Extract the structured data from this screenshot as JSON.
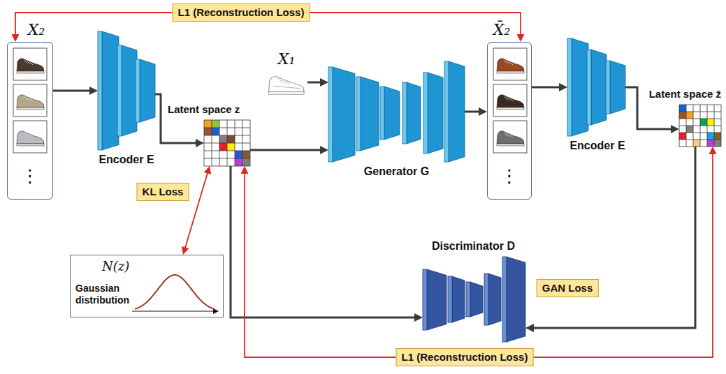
{
  "diagram": {
    "nodes": [
      {
        "text": [
          "X₂"
        ]
      },
      {
        "text": [
          "Encoder E"
        ]
      },
      {
        "text": [
          "Latent space z"
        ]
      },
      {
        "text": [
          "X₁"
        ]
      },
      {
        "text": [
          "Generator G"
        ]
      },
      {
        "text": [
          "X̄₂"
        ]
      },
      {
        "text": [
          "Encoder E"
        ]
      },
      {
        "text": [
          "Latent space z̄"
        ]
      },
      {
        "text": [
          "N(z)",
          "Gaussian distribution"
        ]
      },
      {
        "text": [
          "Discriminator D"
        ]
      }
    ],
    "edges": [
      {
        "from": 0,
        "to": 5,
        "arrow": "both",
        "label": "L1 (Reconstruction Loss)"
      },
      {
        "from": 0,
        "to": 1,
        "arrow": "to"
      },
      {
        "from": 1,
        "to": 2,
        "arrow": "to"
      },
      {
        "from": 3,
        "to": 4,
        "arrow": "to"
      },
      {
        "from": 2,
        "to": 4,
        "arrow": "to"
      },
      {
        "from": 4,
        "to": 5,
        "arrow": "to"
      },
      {
        "from": 5,
        "to": 6,
        "arrow": "to"
      },
      {
        "from": 6,
        "to": 7,
        "arrow": "to"
      },
      {
        "from": 2,
        "to": 9,
        "arrow": "to"
      },
      {
        "from": 7,
        "to": 9,
        "arrow": "to"
      },
      {
        "from": 2,
        "to": 8,
        "arrow": "both",
        "label": "KL Loss"
      },
      {
        "from": 2,
        "to": 7,
        "arrow": "both",
        "label": "L1 (Reconstruction Loss)"
      }
    ],
    "labels": [
      "⋮",
      "⋮",
      "GAN Loss"
    ]
  }
}
